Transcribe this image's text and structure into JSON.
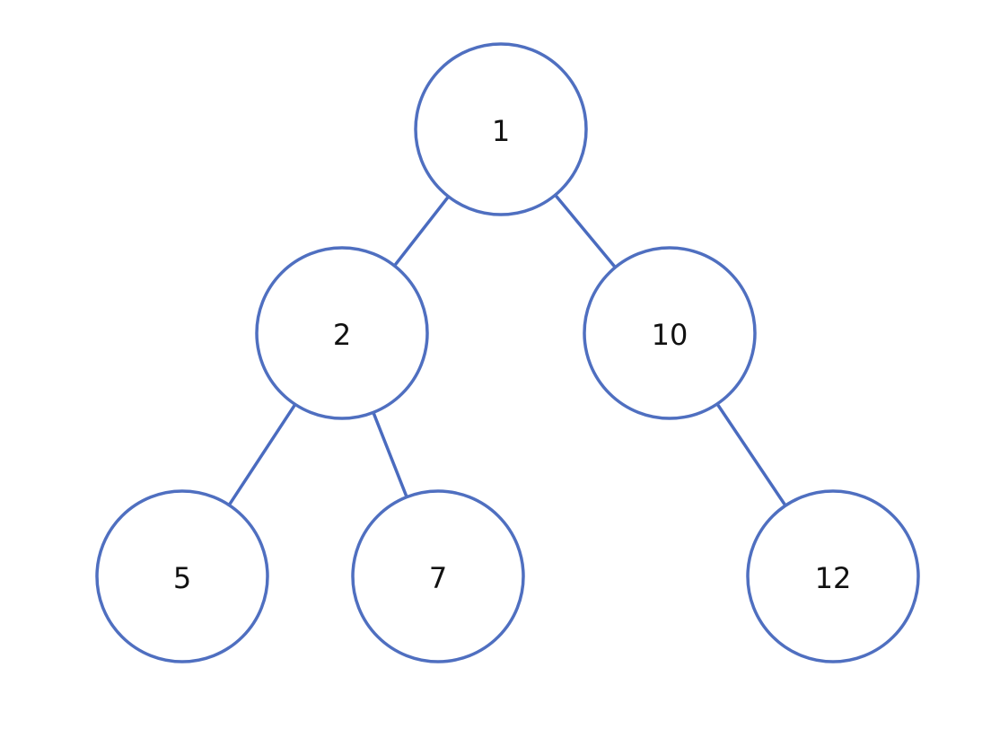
{
  "tree": {
    "stroke_color": "#4f6fc0",
    "fill_color": "#ffffff",
    "text_color": "#111111",
    "nodes": [
      {
        "id": "n1",
        "label": "1"
      },
      {
        "id": "n2",
        "label": "2"
      },
      {
        "id": "n10",
        "label": "10"
      },
      {
        "id": "n5",
        "label": "5"
      },
      {
        "id": "n7",
        "label": "7"
      },
      {
        "id": "n12",
        "label": "12"
      }
    ],
    "edges": [
      {
        "from": "n1",
        "to": "n2"
      },
      {
        "from": "n1",
        "to": "n10"
      },
      {
        "from": "n2",
        "to": "n5"
      },
      {
        "from": "n2",
        "to": "n7"
      },
      {
        "from": "n10",
        "to": "n12"
      }
    ]
  }
}
